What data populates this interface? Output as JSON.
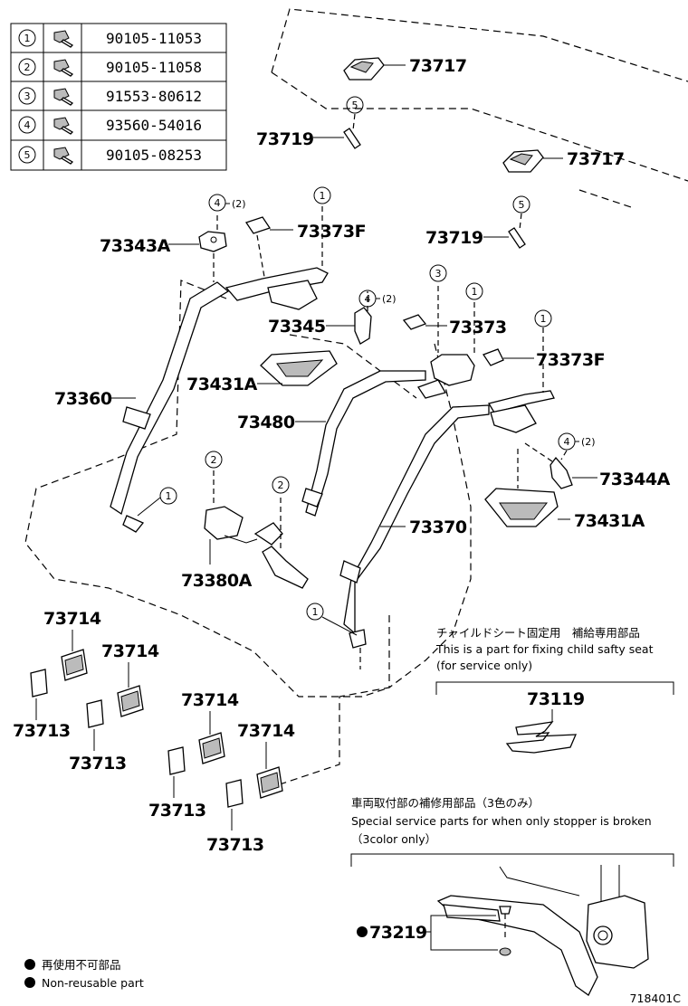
{
  "fastener_table": [
    {
      "no": "1",
      "part": "90105-11053"
    },
    {
      "no": "2",
      "part": "90105-11058"
    },
    {
      "no": "3",
      "part": "91553-80612"
    },
    {
      "no": "4",
      "part": "93560-54016"
    },
    {
      "no": "5",
      "part": "90105-08253"
    }
  ],
  "callouts": {
    "p73717a": "73717",
    "p73717b": "73717",
    "p73719a": "73719",
    "p73719b": "73719",
    "p73343A": "73343A",
    "p73373Fa": "73373F",
    "p73373Fb": "73373F",
    "p73345": "73345",
    "p73373": "73373",
    "p73431Aa": "73431A",
    "p73431Ab": "73431A",
    "p73360": "73360",
    "p73480": "73480",
    "p73344A": "73344A",
    "p73380A": "73380A",
    "p73370": "73370",
    "p73714a": "73714",
    "p73714b": "73714",
    "p73714c": "73714",
    "p73714d": "73714",
    "p73713a": "73713",
    "p73713b": "73713",
    "p73713c": "73713",
    "p73713d": "73713",
    "p73119": "73119",
    "p73219": "73219"
  },
  "bubbles": {
    "b5a": "5",
    "b5b": "5",
    "b4a": "4",
    "b4b": "4",
    "b4c": "4",
    "b1a": "1",
    "b1b": "1",
    "b1c": "1",
    "b1d": "1",
    "b1e": "1",
    "b2a": "2",
    "b2b": "2",
    "b3": "3"
  },
  "qty": {
    "q4a": "(2)",
    "q4b": "(2)",
    "q4c": "(2)"
  },
  "notes": {
    "child_jp": "チャイルドシート固定用　補給専用部品",
    "child_en1": "This is a part for fixing child safty seat",
    "child_en2": "(for service only)",
    "stop_jp": "車両取付部の補修用部品（3色のみ）",
    "stop_en1": "Special service parts for when only stopper is broken",
    "stop_en2": "（3color only）"
  },
  "legend": {
    "jp": "再使用不可部品",
    "en": "Non-reusable part"
  },
  "ref_code": "718401C"
}
